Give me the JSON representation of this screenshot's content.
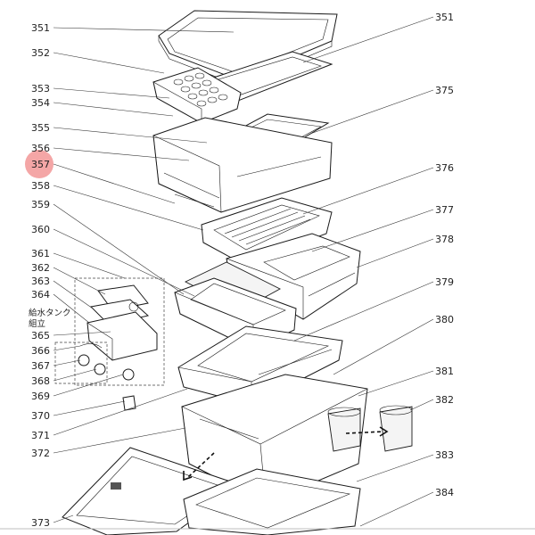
{
  "diagram": {
    "left_labels": [
      {
        "id": "351l",
        "text": "351"
      },
      {
        "id": "352",
        "text": "352"
      },
      {
        "id": "353",
        "text": "353"
      },
      {
        "id": "354",
        "text": "354"
      },
      {
        "id": "355",
        "text": "355"
      },
      {
        "id": "356",
        "text": "356"
      },
      {
        "id": "357",
        "text": "357"
      },
      {
        "id": "358",
        "text": "358"
      },
      {
        "id": "359",
        "text": "359"
      },
      {
        "id": "360",
        "text": "360"
      },
      {
        "id": "361",
        "text": "361"
      },
      {
        "id": "362",
        "text": "362"
      },
      {
        "id": "363",
        "text": "363"
      },
      {
        "id": "364",
        "text": "364"
      },
      {
        "id": "365",
        "text": "365"
      },
      {
        "id": "366",
        "text": "366"
      },
      {
        "id": "367",
        "text": "367"
      },
      {
        "id": "368",
        "text": "368"
      },
      {
        "id": "369",
        "text": "369"
      },
      {
        "id": "370",
        "text": "370"
      },
      {
        "id": "371",
        "text": "371"
      },
      {
        "id": "372",
        "text": "372"
      },
      {
        "id": "373",
        "text": "373"
      }
    ],
    "right_labels": [
      {
        "id": "351r",
        "text": "351"
      },
      {
        "id": "375",
        "text": "375"
      },
      {
        "id": "376",
        "text": "376"
      },
      {
        "id": "377",
        "text": "377"
      },
      {
        "id": "378",
        "text": "378"
      },
      {
        "id": "379",
        "text": "379"
      },
      {
        "id": "380",
        "text": "380"
      },
      {
        "id": "381",
        "text": "381"
      },
      {
        "id": "382",
        "text": "382"
      },
      {
        "id": "383",
        "text": "383"
      },
      {
        "id": "384",
        "text": "384"
      }
    ],
    "assembly_note": [
      "給水タンク",
      "組立"
    ],
    "highlight": {
      "label": "357",
      "color": "#f4a6a6"
    }
  }
}
